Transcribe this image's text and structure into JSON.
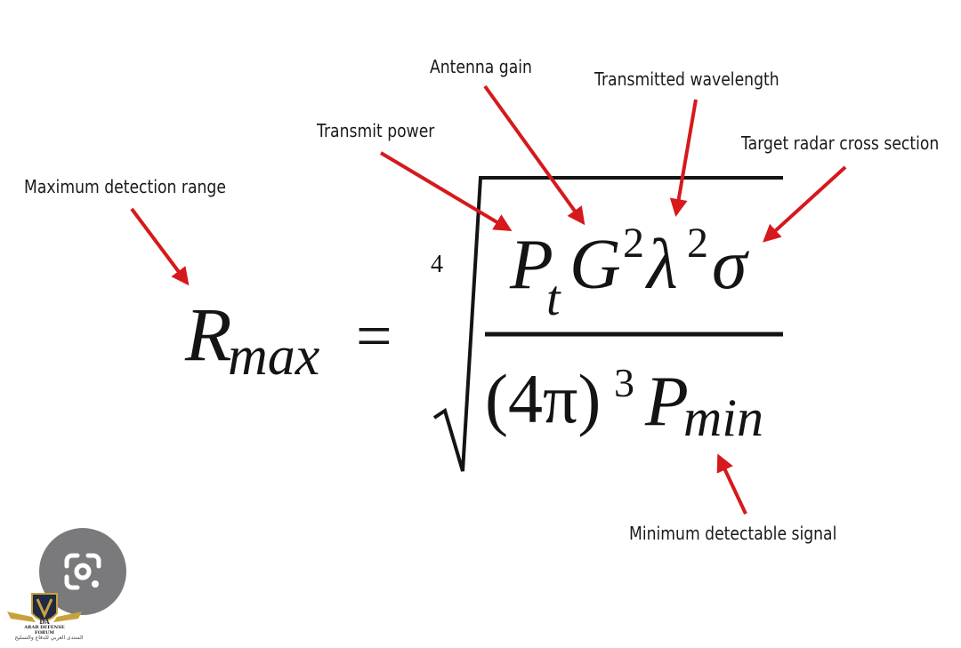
{
  "labels": {
    "max_range": "Maximum detection range",
    "transmit_power": "Transmit power",
    "antenna_gain": "Antenna gain",
    "wavelength": "Transmitted wavelength",
    "rcs": "Target radar cross section",
    "min_signal": "Minimum detectable signal"
  },
  "formula": {
    "lhs_symbol": "R",
    "lhs_subscript": "max",
    "equals": "=",
    "root_index": "4",
    "num_p": "P",
    "num_p_sub": "t",
    "num_g": "G",
    "num_g_exp": "2",
    "num_lambda": "λ",
    "num_lambda_exp": "2",
    "num_sigma": "σ",
    "den_paren": "(4π)",
    "den_exp": "3",
    "den_p": "P",
    "den_p_sub": "min"
  },
  "watermark": {
    "logo_abbrev": "DA",
    "logo_name": "ARAB DEFENSE FORUM",
    "logo_arabic": "المنتدى العربي للدفاع والتسليح"
  },
  "colors": {
    "arrow": "#d6191c",
    "text": "#141414",
    "lens_button": "#7a7a7c",
    "logo_gold": "#c9a13b",
    "logo_navy": "#1f2a44"
  },
  "icons": {
    "lens": "google-lens-icon"
  }
}
